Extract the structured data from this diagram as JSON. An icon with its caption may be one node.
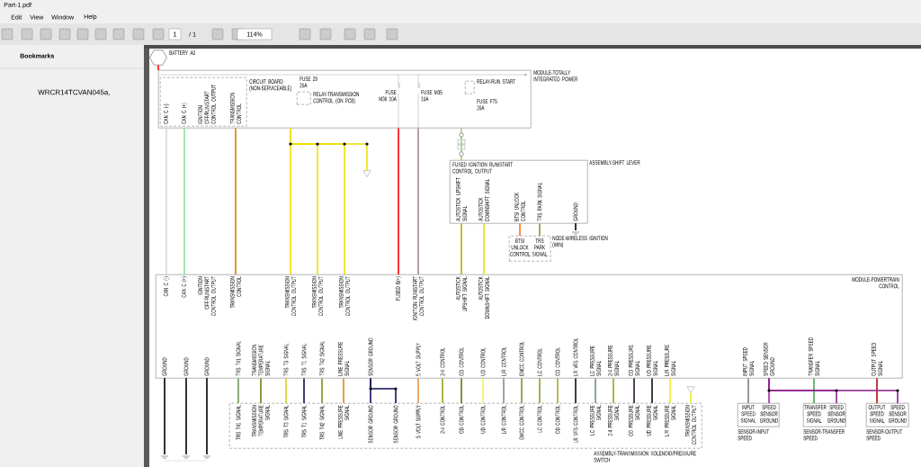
{
  "diagram": {
    "nodes": [
      {
        "text": [
          "BATTERY A0"
        ]
      },
      {
        "text": [
          "MODULE-TOTALLY INTEGRATED POWER"
        ]
      },
      {
        "text": [
          "CIRCUIT BOARD (NON-SERVICEABLE)",
          "CAN C (-)",
          "CAN C (+)",
          "IGNITION OFF/RUN/START CONTROL OUTPUT",
          "TRANSMISSION CONTROL"
        ],
        "in": 1
      },
      {
        "text": [
          "RELAY-TRANSMISSION CONTROL (ON PCB)"
        ],
        "in": 1
      },
      {
        "text": [
          "RELAY-RUN START"
        ],
        "in": 1
      },
      {
        "text": [
          "ASSEMBLY-SHIFT LEVER",
          "FUSED IGNITION RUN/START CONTROL OUTPUT",
          "AUTOSTICK UPSHIFT SIGNAL",
          "AUTOSTICK DOWNSHIFT SIGNAL",
          "BTSI UNLOCK CONTROL",
          "TRS PARK SIGNAL",
          "GROUND"
        ]
      },
      {
        "text": [
          "BTSI UNLOCK CONTROL",
          "TRS PARK SIGNAL",
          "NODE-WIRELESS IGNITION (WIN)"
        ]
      },
      {
        "text": [
          "MODULE-POWERTRAIN CONTROL",
          "CAN C (-)",
          "CAN C (+)",
          "IGNITION OFF/RUN/START CONTROL OUTPUT",
          "TRANSMISSION CONTROL",
          "TRANSMISSION CONTROL OUTPUT",
          "TRANSMISSION CONTROL OUTPUT",
          "TRANSMISSION CONTROL OUTPUT",
          "FUSED B(+)",
          "IGNITION RUN/START CONTROL OUTPUT",
          "AUTOSTICK UPSHIFT SIGNAL",
          "AUTOSTICK DOWNSHIFT SIGNAL",
          "GROUND",
          "GROUND",
          "GROUND",
          "TRS T41 SIGNAL",
          "TRANSMISSION TEMPERATURE SIGNAL",
          "TRS T3 SIGNAL",
          "TRS T1 SIGNAL",
          "TRS T42 SIGNAL",
          "LINE PRESSURE SIGNAL",
          "SENSOR GROUND",
          "5 VOLT SUPPLY",
          "2-4 CONTROL",
          "OD CONTROL",
          "UD CONTROL",
          "L/R CONTROL",
          "EMCC CONTROL",
          "LC CONTROL",
          "OD CONTROL",
          "LR VFS CONTROL",
          "LC PRESSURE SIGNAL",
          "2-4 PRESSURE SIGNAL",
          "OD PRESSURE SIGNAL",
          "UD PRESSURE SIGNAL",
          "L/R PRESSURE SIGNAL",
          "INPUT SPEED SIGNAL",
          "SPEED SENSOR GROUND",
          "TRANSFER SPEED SIGNAL",
          "OUTPUT SPEED SIGNAL"
        ]
      },
      {
        "text": [
          "TRS T41 SIGNAL",
          "TRANSMISSION TEMPERATURE SIGNAL",
          "TRS T3 SIGNAL",
          "TRS T1 SIGNAL",
          "TRS T42 SIGNAL",
          "LINE PRESSURE SIGNAL",
          "SENSOR GROUND",
          "SENSOR GROUND",
          "5 VOLT SUPPLY",
          "2-4 CONTROL",
          "OD CONTROL",
          "UD CONTROL",
          "L/R CONTROL",
          "EMCC CONTROL",
          "LC CONTROL",
          "OD CONTROL",
          "LR VFS CONTROL",
          "LC PRESSURE SIGNAL",
          "2-4 PRESSURE SIGNAL",
          "OD PRESSURE SIGNAL",
          "UD PRESSURE SIGNAL",
          "L/R PRESSURE SIGNAL",
          "TRANSMISSION CONTROL OUTPUT",
          "ASSEMBLY-TRANSMISSION SOLENOID/PRESSURE SWITCH"
        ]
      },
      {
        "text": [
          "INPUT SPEED SIGNAL",
          "SPEED SENSOR GROUND",
          "SENSOR-INPUT SPEED"
        ]
      },
      {
        "text": [
          "TRANSFER SPEED SIGNAL",
          "SPEED SENSOR GROUND",
          "SENSOR-TRANSFER SPEED"
        ]
      },
      {
        "text": [
          "OUTPUT SPEED SIGNAL",
          "SPEED SENSOR GROUND",
          "SENSOR-OUTPUT SPEED"
        ]
      },
      {
        "text": [],
        "shape": "triangle"
      },
      {
        "text": [],
        "shape": "triangle"
      }
    ],
    "edges": [
      {
        "from": 0,
        "to": 1,
        "arrow": "none",
        "color": "#ff0000"
      },
      {
        "from": 1,
        "to": 7,
        "arrow": "none",
        "color": "#d8d8d8"
      },
      {
        "from": 1,
        "to": 7,
        "arrow": "none",
        "color": "#90e090"
      },
      {
        "from": 1,
        "to": 7,
        "arrow": "none",
        "color": "#e07a00"
      },
      {
        "from": 1,
        "to": 7,
        "arrow": "none",
        "color": "#f0e000"
      },
      {
        "from": 1,
        "to": 7,
        "arrow": "none",
        "color": "#f0e000"
      },
      {
        "from": 1,
        "to": 7,
        "arrow": "none",
        "color": "#f0e000"
      },
      {
        "from": 1,
        "to": 7,
        "arrow": "none",
        "color": "#ff0000"
      },
      {
        "from": 1,
        "to": 7,
        "arrow": "none",
        "color": "#a08898"
      },
      {
        "from": 1,
        "to": 5,
        "arrow": "none",
        "color": "#a0d080"
      },
      {
        "from": 5,
        "to": 7,
        "arrow": "none",
        "color": "#b0b000"
      },
      {
        "from": 5,
        "to": 7,
        "arrow": "none",
        "color": "#e8e000"
      },
      {
        "from": 5,
        "to": 6,
        "arrow": "none",
        "color": "#ff7020"
      },
      {
        "from": 5,
        "to": 6,
        "arrow": "none",
        "color": "#909040"
      },
      {
        "from": 7,
        "to": 8,
        "arrow": "none",
        "color": "#6a9a5a"
      },
      {
        "from": 7,
        "to": 8,
        "arrow": "none",
        "color": "#7a7a10"
      },
      {
        "from": 7,
        "to": 8,
        "arrow": "none",
        "color": "#d8d020"
      },
      {
        "from": 7,
        "to": 8,
        "arrow": "none",
        "color": "#101050"
      },
      {
        "from": 7,
        "to": 8,
        "arrow": "none",
        "color": "#8a8a20"
      },
      {
        "from": 7,
        "to": 8,
        "arrow": "none",
        "color": "#e08a10"
      },
      {
        "from": 7,
        "to": 8,
        "arrow": "none",
        "color": "#101060"
      },
      {
        "from": 7,
        "to": 8,
        "arrow": "none",
        "color": "#101060"
      },
      {
        "from": 7,
        "to": 8,
        "arrow": "none",
        "color": "#f09040"
      },
      {
        "from": 7,
        "to": 8,
        "arrow": "none",
        "color": "#a0a020"
      },
      {
        "from": 7,
        "to": 8,
        "arrow": "none",
        "color": "#707010"
      },
      {
        "from": 7,
        "to": 8,
        "arrow": "none",
        "color": "#f0f060"
      },
      {
        "from": 7,
        "to": 8,
        "arrow": "none",
        "color": "#8a8a8a"
      },
      {
        "from": 7,
        "to": 8,
        "arrow": "none",
        "color": "#80902a"
      },
      {
        "from": 7,
        "to": 8,
        "arrow": "none",
        "color": "#8aa020"
      },
      {
        "from": 7,
        "to": 8,
        "arrow": "none",
        "color": "#a8a830"
      },
      {
        "from": 7,
        "to": 8,
        "arrow": "none",
        "color": "#101010"
      },
      {
        "from": 7,
        "to": 8,
        "arrow": "none",
        "color": "#70908a"
      },
      {
        "from": 7,
        "to": 8,
        "arrow": "none",
        "color": "#a0a020"
      },
      {
        "from": 7,
        "to": 8,
        "arrow": "none",
        "color": "#301030"
      },
      {
        "from": 7,
        "to": 8,
        "arrow": "none",
        "color": "#101010"
      },
      {
        "from": 7,
        "to": 8,
        "arrow": "none",
        "color": "#f0f020"
      },
      {
        "from": 7,
        "to": 9,
        "arrow": "none",
        "color": "#808080"
      },
      {
        "from": 7,
        "to": 9,
        "arrow": "none",
        "color": "#b020b0"
      },
      {
        "from": 7,
        "to": 10,
        "arrow": "none",
        "color": "#50a050"
      },
      {
        "from": 7,
        "to": 10,
        "arrow": "none",
        "color": "#902090"
      },
      {
        "from": 7,
        "to": 11,
        "arrow": "none",
        "color": "#b01010"
      },
      {
        "from": 7,
        "to": 11,
        "arrow": "none",
        "color": "#902090"
      },
      {
        "from": 1,
        "to": 12,
        "arrow": "none",
        "color": "#f0e000"
      },
      {
        "from": 13,
        "to": 8,
        "arrow": "none",
        "color": "#f0f020"
      }
    ],
    "labels": [
      "Part-1.pdf",
      "Edit",
      "View",
      "Window",
      "Help",
      "1",
      "/ 1",
      "114%",
      "Bookmarks",
      "WRCR14TCVAN045a,",
      "FUSE 29 20A",
      "FUSE M36 10A",
      "FUSE M35 10A",
      "FUSE F75 20A"
    ]
  }
}
